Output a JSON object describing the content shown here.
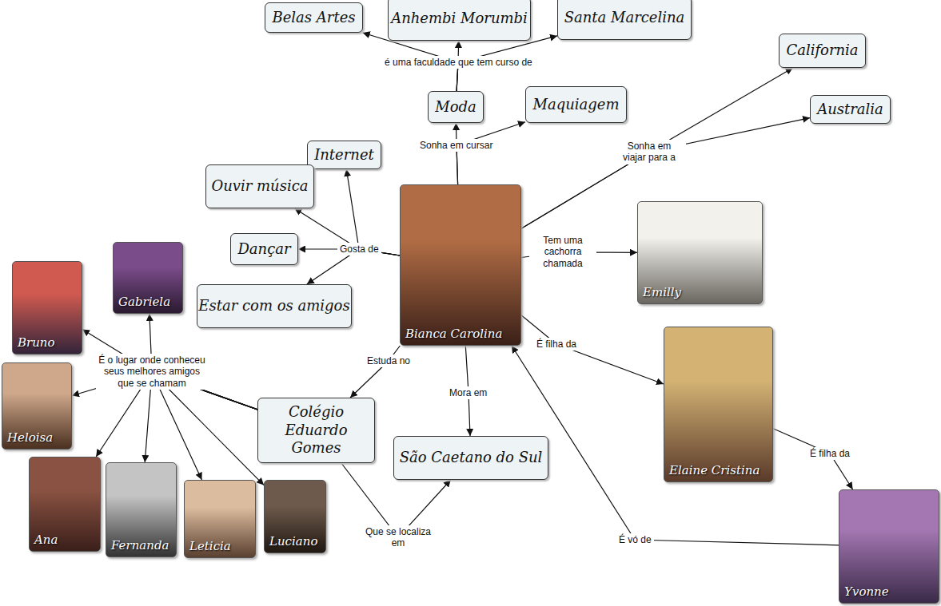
{
  "diagram": {
    "nodes": [
      {
        "text": [
          "Belas Artes"
        ]
      },
      {
        "text": [
          "Anhembi Morumbi"
        ]
      },
      {
        "text": [
          "Santa Marcelina"
        ]
      },
      {
        "text": [
          "California"
        ]
      },
      {
        "text": [
          "Moda"
        ]
      },
      {
        "text": [
          "Maquiagem"
        ]
      },
      {
        "text": [
          "Australia"
        ]
      },
      {
        "text": [
          "Internet"
        ]
      },
      {
        "text": [
          "Ouvir música"
        ]
      },
      {
        "text": [
          "Dançar"
        ]
      },
      {
        "text": [
          "Estar com os amigos"
        ]
      },
      {
        "text": [
          "Gabriela"
        ]
      },
      {
        "text": [
          "Bruno"
        ]
      },
      {
        "text": [
          "Bianca Carolina"
        ]
      },
      {
        "text": [
          "Emilly"
        ]
      },
      {
        "text": [
          "Heloisa"
        ]
      },
      {
        "text": [
          "Elaine Cristina"
        ]
      },
      {
        "text": [
          "Colégio Eduardo Gomes"
        ]
      },
      {
        "text": [
          "São Caetano do Sul"
        ]
      },
      {
        "text": [
          "Ana"
        ]
      },
      {
        "text": [
          "Fernanda"
        ]
      },
      {
        "text": [
          "Leticia"
        ]
      },
      {
        "text": [
          "Luciano"
        ]
      },
      {
        "text": [
          "Yvonne"
        ]
      }
    ],
    "edges": [
      {
        "from": 4,
        "to": 0,
        "arrow": "to",
        "label": "é uma faculdade que tem curso de"
      },
      {
        "from": 4,
        "to": 1,
        "arrow": "to"
      },
      {
        "from": 4,
        "to": 2,
        "arrow": "to"
      },
      {
        "from": 13,
        "to": 4,
        "arrow": "to",
        "label": "Sonha em cursar"
      },
      {
        "from": 13,
        "to": 5,
        "arrow": "to"
      },
      {
        "from": 13,
        "to": 3,
        "arrow": "to",
        "label": "Sonha em viajar para a"
      },
      {
        "from": 13,
        "to": 6,
        "arrow": "to"
      },
      {
        "from": 13,
        "to": 7,
        "arrow": "to",
        "label": "Gosta de"
      },
      {
        "from": 13,
        "to": 8,
        "arrow": "to"
      },
      {
        "from": 13,
        "to": 9,
        "arrow": "to"
      },
      {
        "from": 13,
        "to": 10,
        "arrow": "to"
      },
      {
        "from": 13,
        "to": 14,
        "arrow": "to",
        "label": "Tem uma cachorra chamada"
      },
      {
        "from": 13,
        "to": 16,
        "arrow": "to",
        "label": "É filha da"
      },
      {
        "from": 16,
        "to": 23,
        "arrow": "to",
        "label": "É filha da"
      },
      {
        "from": 23,
        "to": 13,
        "arrow": "to",
        "label": "É vó de"
      },
      {
        "from": 13,
        "to": 17,
        "arrow": "to",
        "label": "Estuda no"
      },
      {
        "from": 13,
        "to": 18,
        "arrow": "to",
        "label": "Mora em"
      },
      {
        "from": 17,
        "to": 18,
        "arrow": "to",
        "label": "Que se localiza em"
      },
      {
        "from": 17,
        "to": 11,
        "arrow": "to",
        "label": "É o lugar onde conheceu seus melhores amigos que se chamam"
      },
      {
        "from": 17,
        "to": 12,
        "arrow": "to"
      },
      {
        "from": 17,
        "to": 15,
        "arrow": "to"
      },
      {
        "from": 17,
        "to": 19,
        "arrow": "to"
      },
      {
        "from": 17,
        "to": 20,
        "arrow": "to"
      },
      {
        "from": 17,
        "to": 21,
        "arrow": "to"
      },
      {
        "from": 17,
        "to": 22,
        "arrow": "to"
      }
    ]
  }
}
